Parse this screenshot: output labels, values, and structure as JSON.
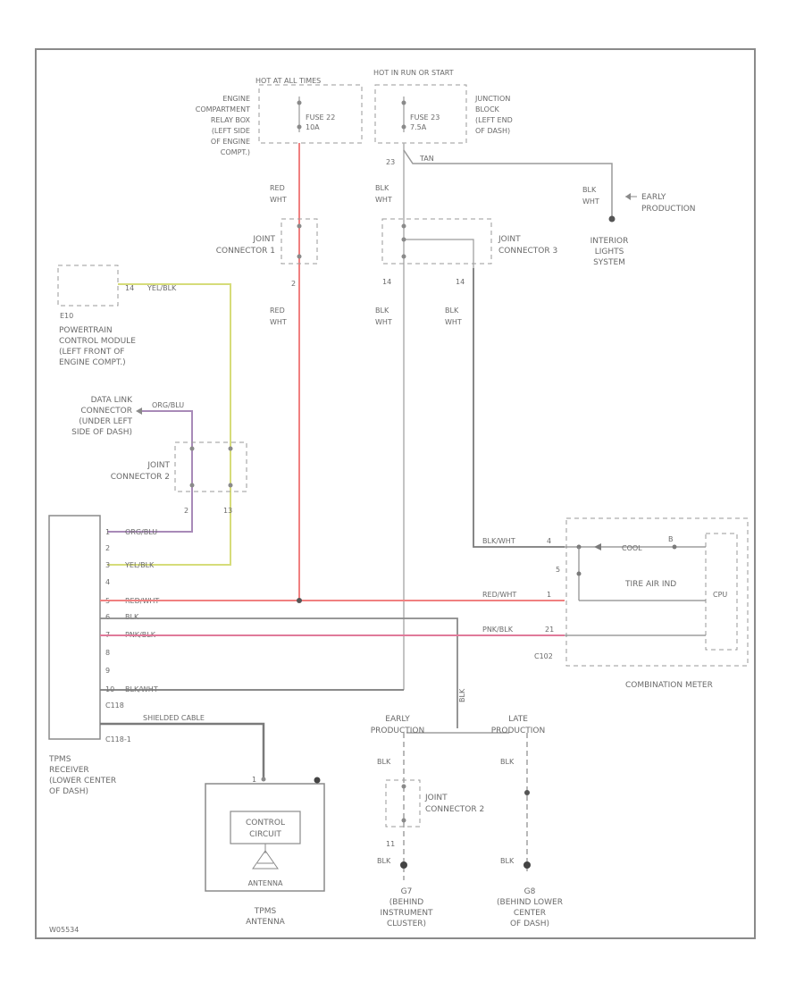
{
  "colors": {
    "frame": "#8a8a8a",
    "red": "#f08080",
    "yellow": "#d6dc7a",
    "pink": "#e07a9a",
    "violet": "#a88ab8",
    "black": "#7a7a7a",
    "gray": "#b0b0b0"
  },
  "power": {
    "hot_left": "HOT AT ALL TIMES",
    "hot_right": "HOT IN RUN OR START",
    "fuse_left": "FUSE 22",
    "fuse_left_amp": "10A",
    "fuse_right": "FUSE 23",
    "fuse_right_amp": "7.5A",
    "engine_box": [
      "ENGINE",
      "COMPARTMENT",
      "RELAY BOX",
      "(LEFT SIDE",
      "OF ENGINE",
      "COMPT.)"
    ],
    "junction_block": [
      "JUNCTION",
      "BLOCK",
      "(LEFT END",
      "OF DASH)"
    ],
    "pin_23": "23",
    "wire_top_right": "TAN"
  },
  "wires": {
    "red_wht_1": [
      "RED",
      "WHT"
    ],
    "red_wht_2": [
      "RED",
      "WHT"
    ],
    "blk_wht_1": [
      "BLK",
      "WHT"
    ],
    "blk_wht_2": [
      "BLK",
      "WHT"
    ],
    "blk_wht_3": [
      "BLK",
      "WHT"
    ],
    "blk_wht_4": [
      "BLK",
      "WHT"
    ]
  },
  "interior": {
    "early": [
      "EARLY",
      "PRODUCTION"
    ],
    "system": [
      "INTERIOR",
      "LIGHTS",
      "SYSTEM"
    ]
  },
  "joint_connectors": {
    "jc1": [
      "JOINT",
      "CONNECTOR 1"
    ],
    "jc1_pin": "2",
    "jc3": [
      "JOINT",
      "CONNECTOR 3"
    ],
    "jc3_pin_a": "14",
    "jc3_pin_b": "14",
    "jc2": [
      "JOINT",
      "CONNECTOR 2"
    ],
    "jc2_pin_a": "2",
    "jc2_pin_b": "13",
    "jc2_bottom": [
      "JOINT",
      "CONNECTOR 2"
    ],
    "jc2_bottom_pin": "11"
  },
  "pcm": {
    "pin": "14",
    "wire": "YEL/BLK",
    "connector": "E10",
    "label": [
      "POWERTRAIN",
      "CONTROL MODULE",
      "(LEFT FRONT OF",
      "ENGINE COMPT.)"
    ]
  },
  "dlc": {
    "label": [
      "DATA LINK",
      "CONNECTOR",
      "(UNDER LEFT",
      "SIDE OF DASH)"
    ],
    "wire": "ORG/BLU"
  },
  "tpms": {
    "pins": [
      {
        "num": "1",
        "wire": "ORG/BLU"
      },
      {
        "num": "2",
        "wire": ""
      },
      {
        "num": "3",
        "wire": "YEL/BLK"
      },
      {
        "num": "4",
        "wire": ""
      },
      {
        "num": "5",
        "wire": "RED/WHT"
      },
      {
        "num": "6",
        "wire": "BLK"
      },
      {
        "num": "7",
        "wire": "PNK/BLK"
      },
      {
        "num": "8",
        "wire": ""
      },
      {
        "num": "9",
        "wire": ""
      },
      {
        "num": "10",
        "wire": "BLK/WHT"
      }
    ],
    "conn_a": "C118",
    "conn_b": "C118-1",
    "shield_wire": "SHIELDED CABLE",
    "label": [
      "TPMS",
      "RECEIVER",
      "(LOWER CENTER",
      "OF DASH)"
    ]
  },
  "meter": {
    "pin_top": "4",
    "wire_top": "BLK/WHT",
    "wire_cool": "COOL",
    "tire_warning": "TIRE AIR IND",
    "wire_mid": "RED/WHT",
    "pin_mid": "1",
    "wire_bot": "PNK/BLK",
    "pin_bot": "21",
    "cpu": "CPU",
    "conn": "C102",
    "name": "COMBINATION METER",
    "sym": "B",
    "pin_left": "5"
  },
  "ground": {
    "early": [
      "EARLY",
      "PRODUCTION"
    ],
    "late": [
      "LATE",
      "PRODUCTION"
    ],
    "wire_vertical": "BLK",
    "blk_a": "BLK",
    "blk_b": "BLK",
    "blk_c": "BLK",
    "blk_d": "BLK",
    "g_left": [
      "G7",
      "(BEHIND",
      "INSTRUMENT",
      "CLUSTER)"
    ],
    "g_right": [
      "G8",
      "(BEHIND LOWER",
      "CENTER",
      "OF DASH)"
    ]
  },
  "antenna": {
    "control": [
      "CONTROL",
      "CIRCUIT"
    ],
    "inner": "ANTENNA",
    "label": [
      "TPMS",
      "ANTENNA"
    ],
    "pin": "1"
  },
  "footer_code": "W05534"
}
